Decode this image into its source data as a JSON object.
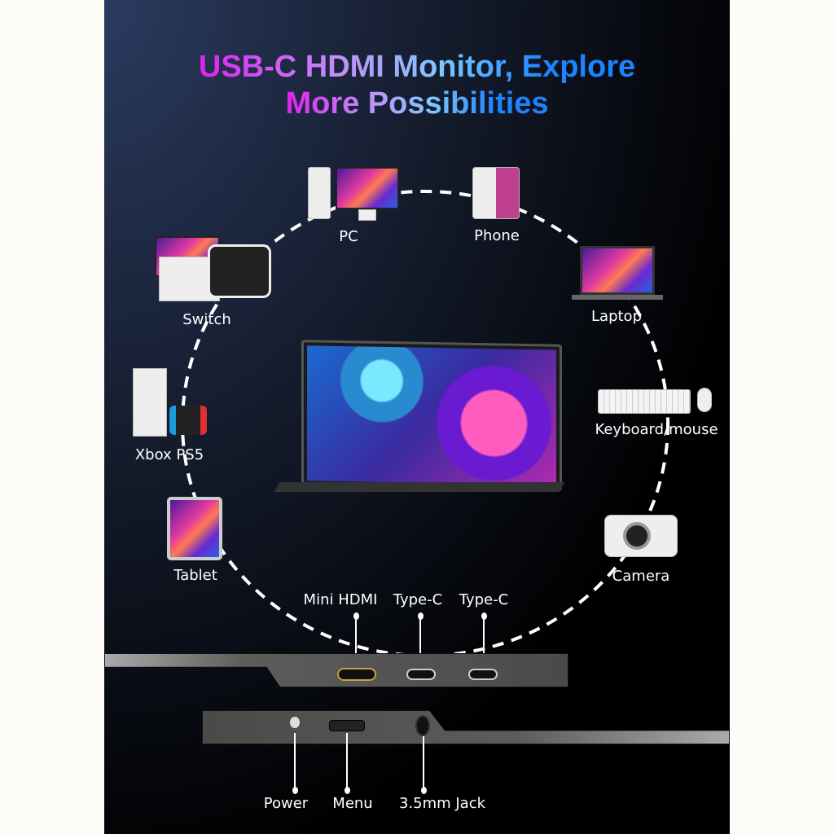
{
  "title": {
    "line1": "USB-C HDMI Monitor, Explore",
    "line2": "More Possibilities"
  },
  "devices": {
    "pc": "PC",
    "phone": "Phone",
    "switch": "Switch",
    "laptop": "Laptop",
    "xbox_ps5": "Xbox PS5",
    "keyboard_mouse": "Keyboard/mouse",
    "tablet": "Tablet",
    "camera": "Camera"
  },
  "ports": {
    "mini_hdmi": "Mini HDMI",
    "type_c_1": "Type-C",
    "type_c_2": "Type-C"
  },
  "buttons": {
    "power": "Power",
    "menu": "Menu",
    "jack": "3.5mm Jack"
  }
}
